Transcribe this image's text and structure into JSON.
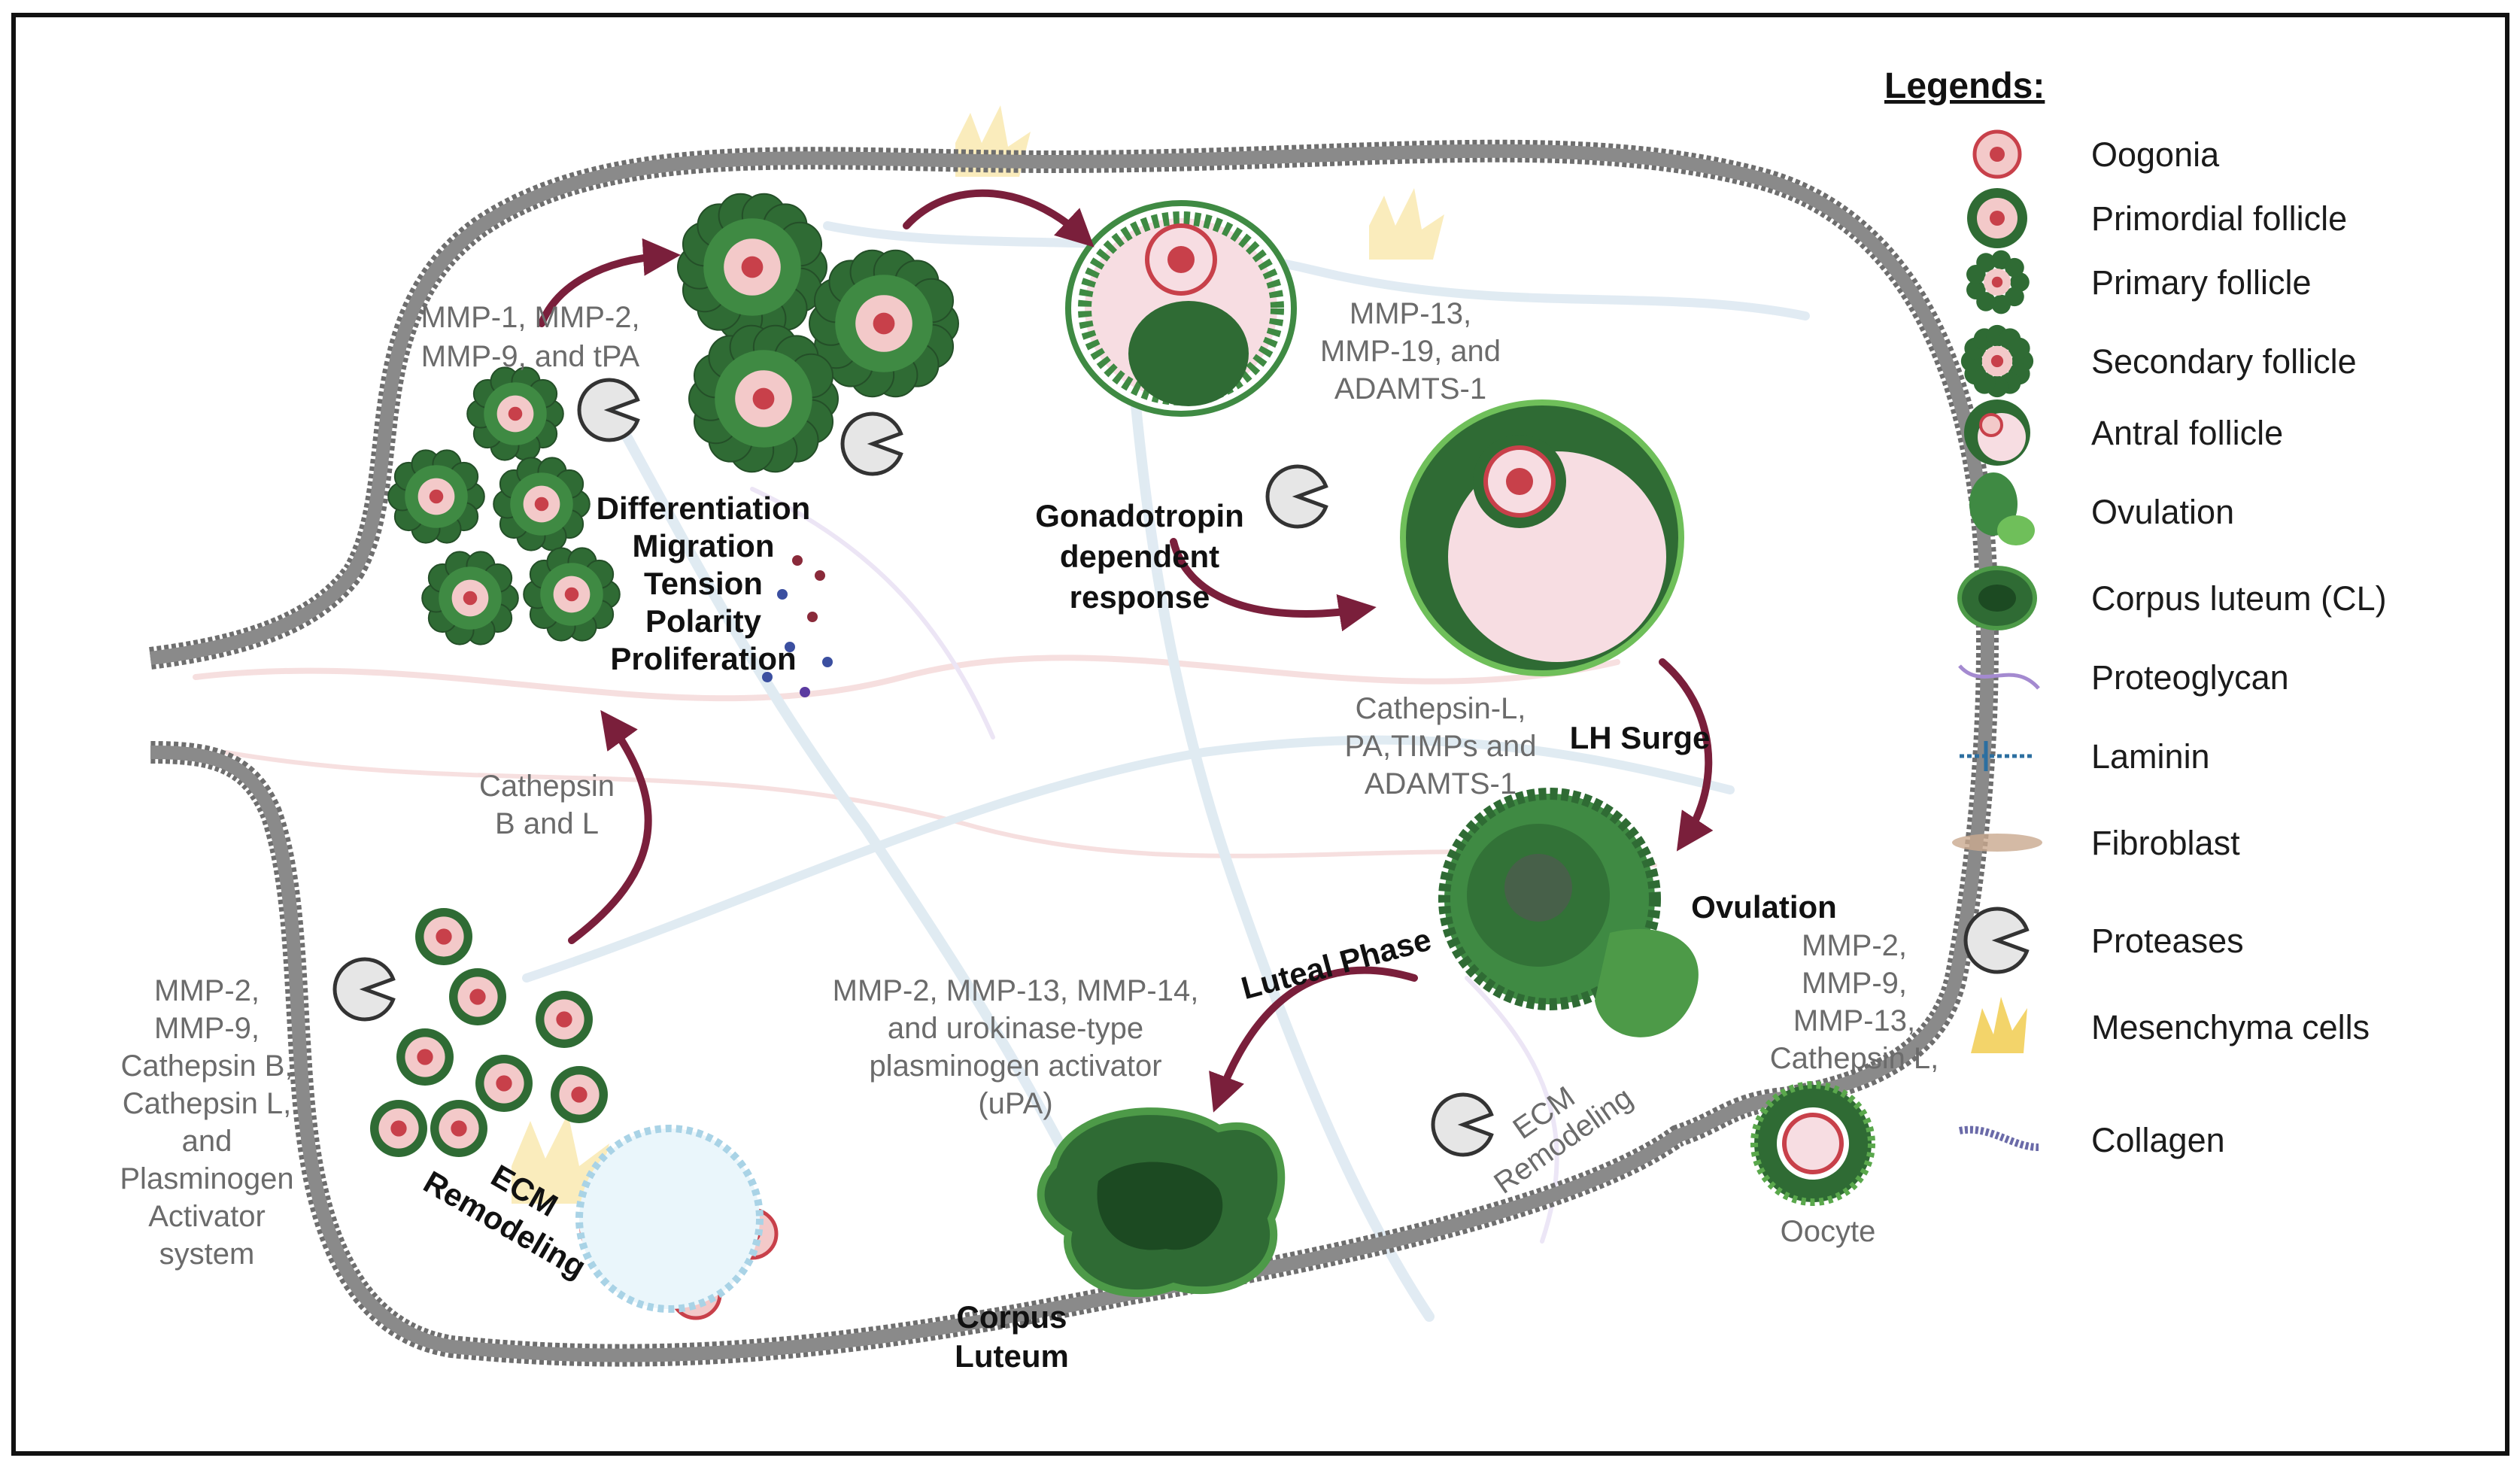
{
  "legend": {
    "title": "Legends:",
    "items": [
      {
        "label": "Oogonia",
        "icon": "oogonia-icon"
      },
      {
        "label": "Primordial follicle",
        "icon": "primordial-follicle-icon"
      },
      {
        "label": "Primary follicle",
        "icon": "primary-follicle-icon"
      },
      {
        "label": "Secondary follicle",
        "icon": "secondary-follicle-icon"
      },
      {
        "label": "Antral follicle",
        "icon": "antral-follicle-icon"
      },
      {
        "label": "Ovulation",
        "icon": "ovulation-icon"
      },
      {
        "label": "Corpus luteum (CL)",
        "icon": "corpus-luteum-icon"
      },
      {
        "label": "Proteoglycan",
        "icon": "proteoglycan-icon"
      },
      {
        "label": "Laminin",
        "icon": "laminin-icon"
      },
      {
        "label": "Fibroblast",
        "icon": "fibroblast-icon"
      },
      {
        "label": "Proteases",
        "icon": "protease-icon"
      },
      {
        "label": "Mesenchyma cells",
        "icon": "mesenchyma-cell-icon"
      },
      {
        "label": "Collagen",
        "icon": "collagen-icon"
      }
    ]
  },
  "labels": {
    "mmp_top_left": [
      "MMP-1, MMP-2,",
      "MMP-9, and tPA"
    ],
    "processes": [
      "Differentiation",
      "Migration",
      "Tension",
      "Polarity",
      "Proliferation"
    ],
    "gonadotropin": [
      "Gonadotropin",
      "dependent",
      "response"
    ],
    "mmp_top_right": [
      "MMP-13,",
      "MMP-19, and",
      "ADAMTS-1"
    ],
    "cathepsin_bl": [
      "Cathepsin",
      "B and L"
    ],
    "cathepsin_l_pa": [
      "Cathepsin-L,",
      "PA,TIMPs and",
      "ADAMTS-1"
    ],
    "lh_surge": "LH Surge",
    "ovulation": "Ovulation",
    "mmp_right": [
      "MMP-2,",
      "MMP-9,",
      "MMP-13,",
      "Cathepsin L,"
    ],
    "oocyte": "Oocyte",
    "luteal_phase": "Luteal Phase",
    "mmp_center": [
      "MMP-2, MMP-13, MMP-14,",
      "and urokinase-type",
      "plasminogen activator",
      "(uPA)"
    ],
    "mmp_left": [
      "MMP-2,",
      "MMP-9,",
      "Cathepsin B,",
      "Cathepsin L,",
      "and",
      "Plasminogen",
      "Activator",
      "system"
    ],
    "ecm_left": [
      "ECM",
      "Remodeling"
    ],
    "ecm_right": [
      "ECM",
      "Remodeling"
    ],
    "corpus_luteum": [
      "Corpus",
      "Luteum"
    ]
  },
  "colors": {
    "membrane": "#6e6e6e",
    "follicle_dark": "#2f6b34",
    "follicle_light": "#3f8a43",
    "oocyte_pink": "#f3c9c9",
    "nucleus_red": "#c8404a",
    "arrow": "#7a1f3b",
    "antrum": "#f7dde2",
    "protease": "#e6e6e6"
  }
}
